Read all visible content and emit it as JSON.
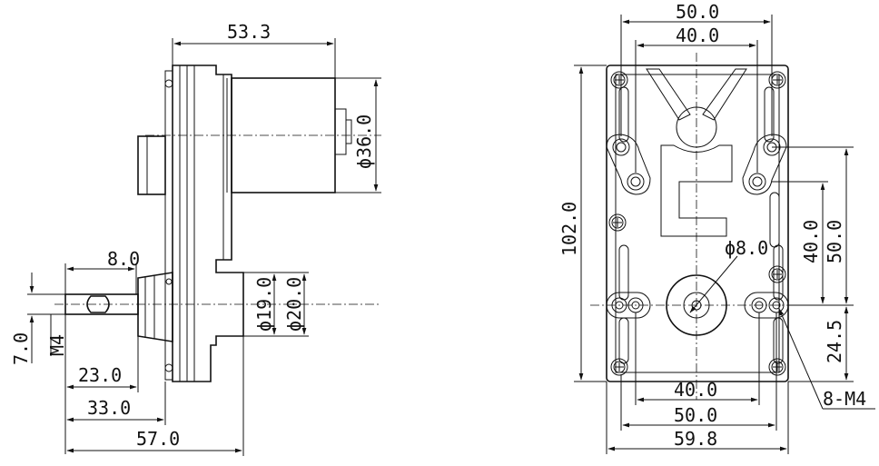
{
  "side_view": {
    "dims": {
      "motor_length": "53.3",
      "motor_dia": "ϕ36.0",
      "key_length": "8.0",
      "key_height": "7.0",
      "thread": "M4",
      "shaft_23": "23.0",
      "shaft_33": "33.0",
      "total_57": "57.0",
      "boss_19": "ϕ19.0",
      "boss_20": "ϕ20.0"
    }
  },
  "front_view": {
    "dims": {
      "top_50": "50.0",
      "top_40": "40.0",
      "height_102": "102.0",
      "shaft_dia": "ϕ8.0",
      "vert_40": "40.0",
      "vert_50": "50.0",
      "vert_245": "24.5",
      "bottom_40": "40.0",
      "bottom_50": "50.0",
      "bottom_598": "59.8",
      "holes": "8-M4"
    }
  }
}
